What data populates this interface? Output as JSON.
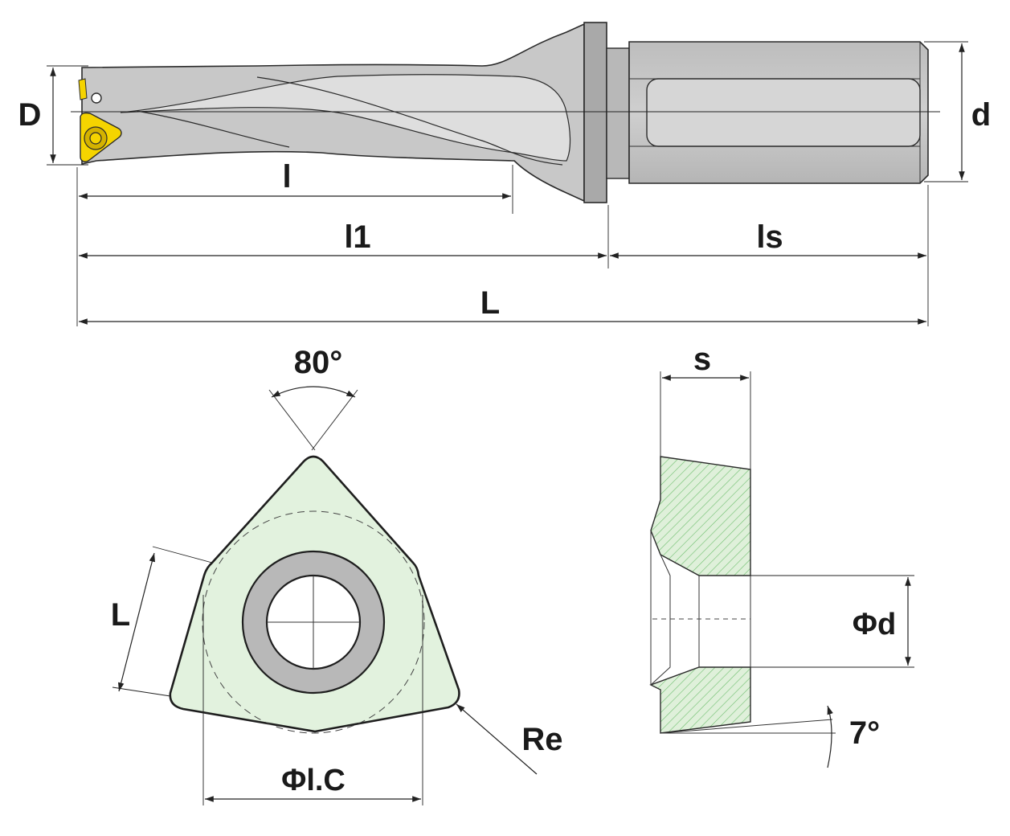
{
  "labels": {
    "D": "D",
    "d": "d",
    "l": "l",
    "l1": "l1",
    "ls": "ls",
    "L_total": "L",
    "angle_80": "80°",
    "insert_L": "L",
    "Re": "Re",
    "IC": "Φl.C",
    "s": "s",
    "hole_d": "Φd",
    "angle_7": "7°"
  },
  "colors": {
    "body": "#c4c4c4",
    "body_dark": "#a9a9a9",
    "body_light": "#dcdcdc",
    "insert_yellow": "#f5d400",
    "insert_green": "#e2f2de",
    "hatch_green": "#6fbf6f",
    "ring_grey": "#b8b8b8"
  }
}
